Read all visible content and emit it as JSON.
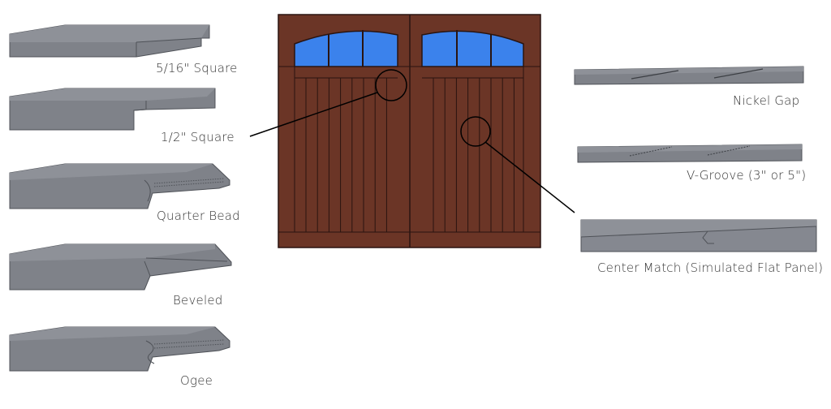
{
  "profiles_left": [
    {
      "id": "square-5-16",
      "label": "5/16\" Square"
    },
    {
      "id": "square-1-2",
      "label": "1/2\" Square"
    },
    {
      "id": "quarter-bead",
      "label": "Quarter Bead"
    },
    {
      "id": "beveled",
      "label": "Beveled"
    },
    {
      "id": "ogee",
      "label": "Ogee"
    }
  ],
  "profiles_right": [
    {
      "id": "nickel-gap",
      "label": "Nickel Gap"
    },
    {
      "id": "v-groove",
      "label": "V-Groove (3\" or 5\")"
    },
    {
      "id": "center-match",
      "label": "Center Match (Simulated Flat Panel)"
    }
  ],
  "colors": {
    "door_wood": "#6b3526",
    "door_line": "#2a1410",
    "glass": "#3b82ec",
    "profile_top": "#8c8f96",
    "profile_front": "#7d8087",
    "profile_edge": "#55585e"
  }
}
